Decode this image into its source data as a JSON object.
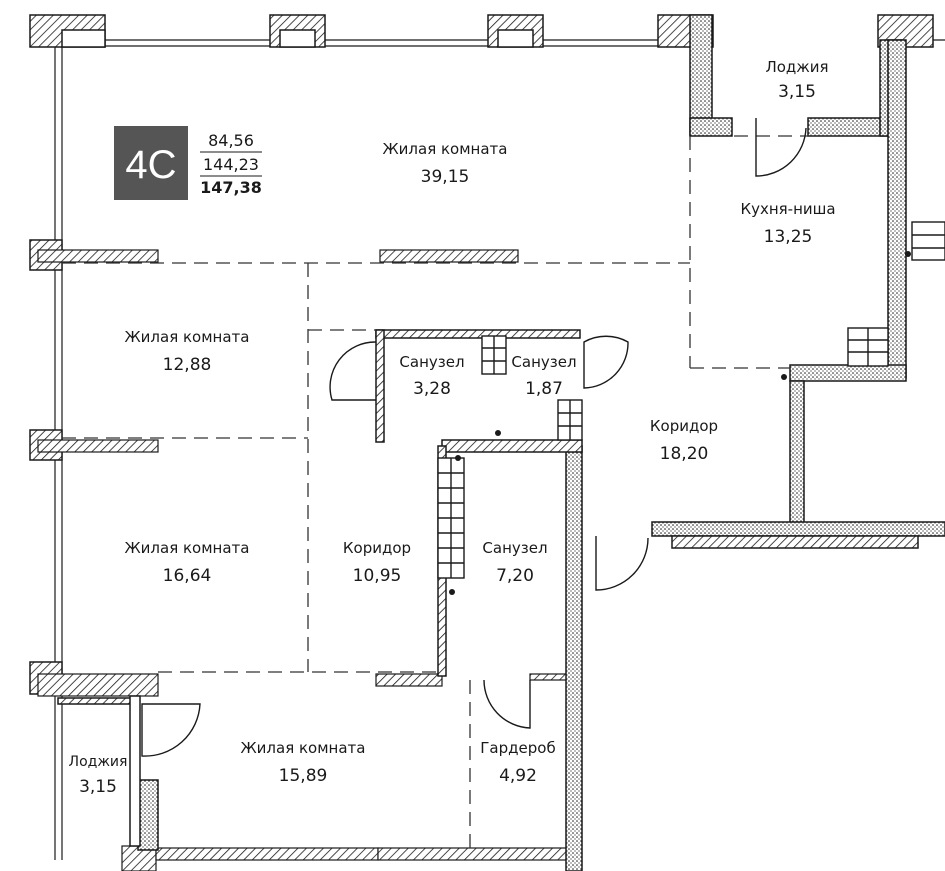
{
  "apartment": {
    "code": "4С",
    "area_living": "84,56",
    "area_total": "144,23",
    "area_full": "147,38",
    "badge_color": "#555555"
  },
  "rooms": [
    {
      "id": "loggia-top",
      "name": "Лоджия",
      "area": "3,15"
    },
    {
      "id": "living-1",
      "name": "Жилая комната",
      "area": "39,15"
    },
    {
      "id": "kitchen-niche",
      "name": "Кухня-ниша",
      "area": "13,25"
    },
    {
      "id": "living-2",
      "name": "Жилая комната",
      "area": "12,88"
    },
    {
      "id": "bathroom-1",
      "name": "Санузел",
      "area": "3,28"
    },
    {
      "id": "bathroom-2",
      "name": "Санузел",
      "area": "1,87"
    },
    {
      "id": "corridor-1",
      "name": "Коридор",
      "area": "18,20"
    },
    {
      "id": "living-3",
      "name": "Жилая комната",
      "area": "16,64"
    },
    {
      "id": "corridor-2",
      "name": "Коридор",
      "area": "10,95"
    },
    {
      "id": "bathroom-3",
      "name": "Санузел",
      "area": "7,20"
    },
    {
      "id": "living-4",
      "name": "Жилая комната",
      "area": "15,89"
    },
    {
      "id": "wardrobe",
      "name": "Гардероб",
      "area": "4,92"
    },
    {
      "id": "loggia-bottom",
      "name": "Лоджия",
      "area": "3,15"
    }
  ],
  "colors": {
    "wall": "#1a1a1a",
    "hatch": "#1a1a1a",
    "dash": "#333333"
  }
}
